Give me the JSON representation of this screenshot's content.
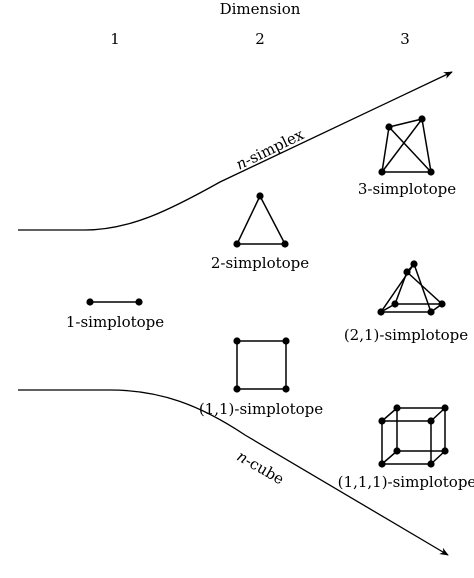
{
  "header": {
    "title": "Dimension",
    "columns": [
      "1",
      "2",
      "3"
    ]
  },
  "curves": {
    "upper_label_var": "n",
    "upper_label_rest": "-simplex",
    "lower_label_var": "n",
    "lower_label_rest": "-cube"
  },
  "shapes": {
    "s1": "1-simplotope",
    "s2": "2-simplotope",
    "s3": "3-simplotope",
    "s11": "(1,1)-simplotope",
    "s21": "(2,1)-simplotope",
    "s111": "(1,1,1)-simplotope"
  }
}
